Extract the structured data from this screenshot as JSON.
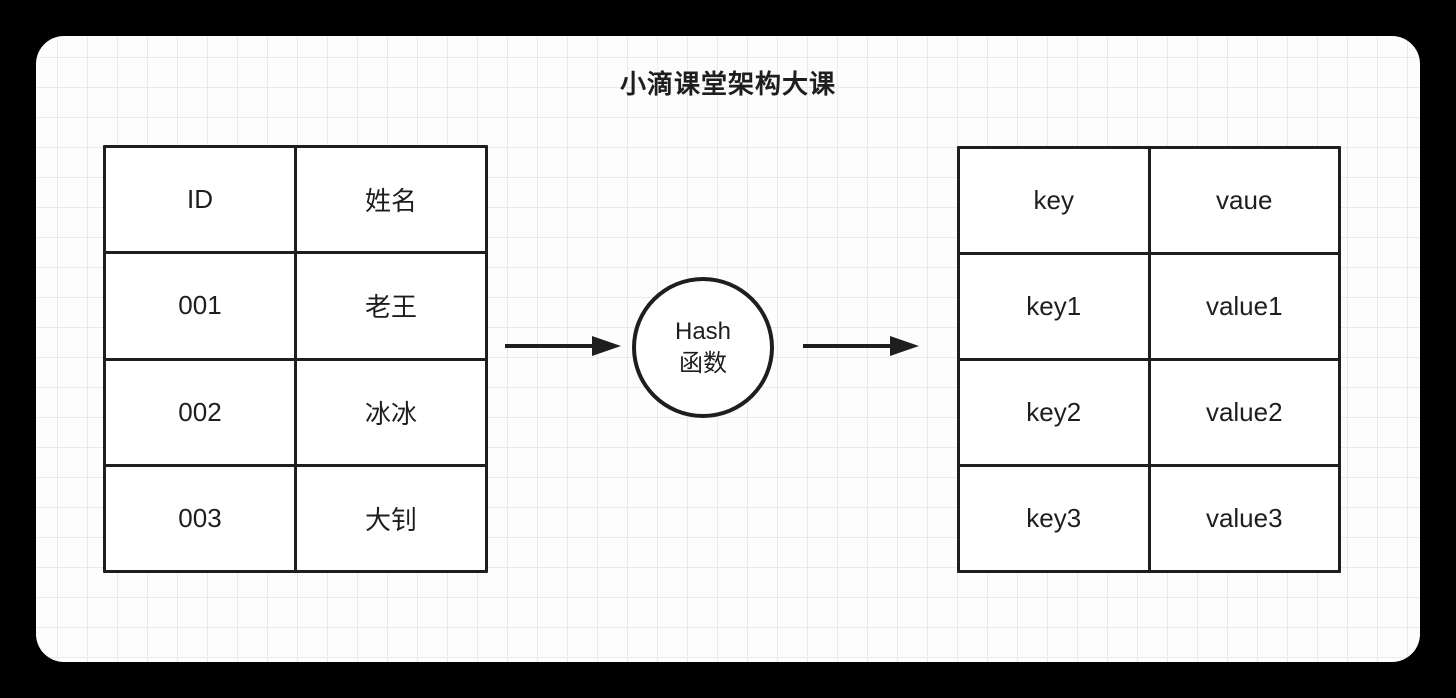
{
  "title": "小滴课堂架构大课",
  "left_table": {
    "headers": [
      "ID",
      "姓名"
    ],
    "rows": [
      [
        "001",
        "老王"
      ],
      [
        "002",
        "冰冰"
      ],
      [
        "003",
        "大钊"
      ]
    ]
  },
  "hash_node": {
    "line1": "Hash",
    "line2": "函数"
  },
  "right_table": {
    "headers": [
      "key",
      "vaue"
    ],
    "rows": [
      [
        "key1",
        "value1"
      ],
      [
        "key2",
        "value2"
      ],
      [
        "key3",
        "value3"
      ]
    ]
  },
  "connectors": [
    {
      "name": "arrow-left-table-to-hash",
      "direction": "right"
    },
    {
      "name": "arrow-hash-to-right-table",
      "direction": "right"
    }
  ],
  "colors": {
    "outer_background": "#000000",
    "canvas_background": "#fdfdfd",
    "grid_line": "#eaeaea",
    "stroke": "#1e1e1e",
    "cell_background": "#ffffff"
  }
}
